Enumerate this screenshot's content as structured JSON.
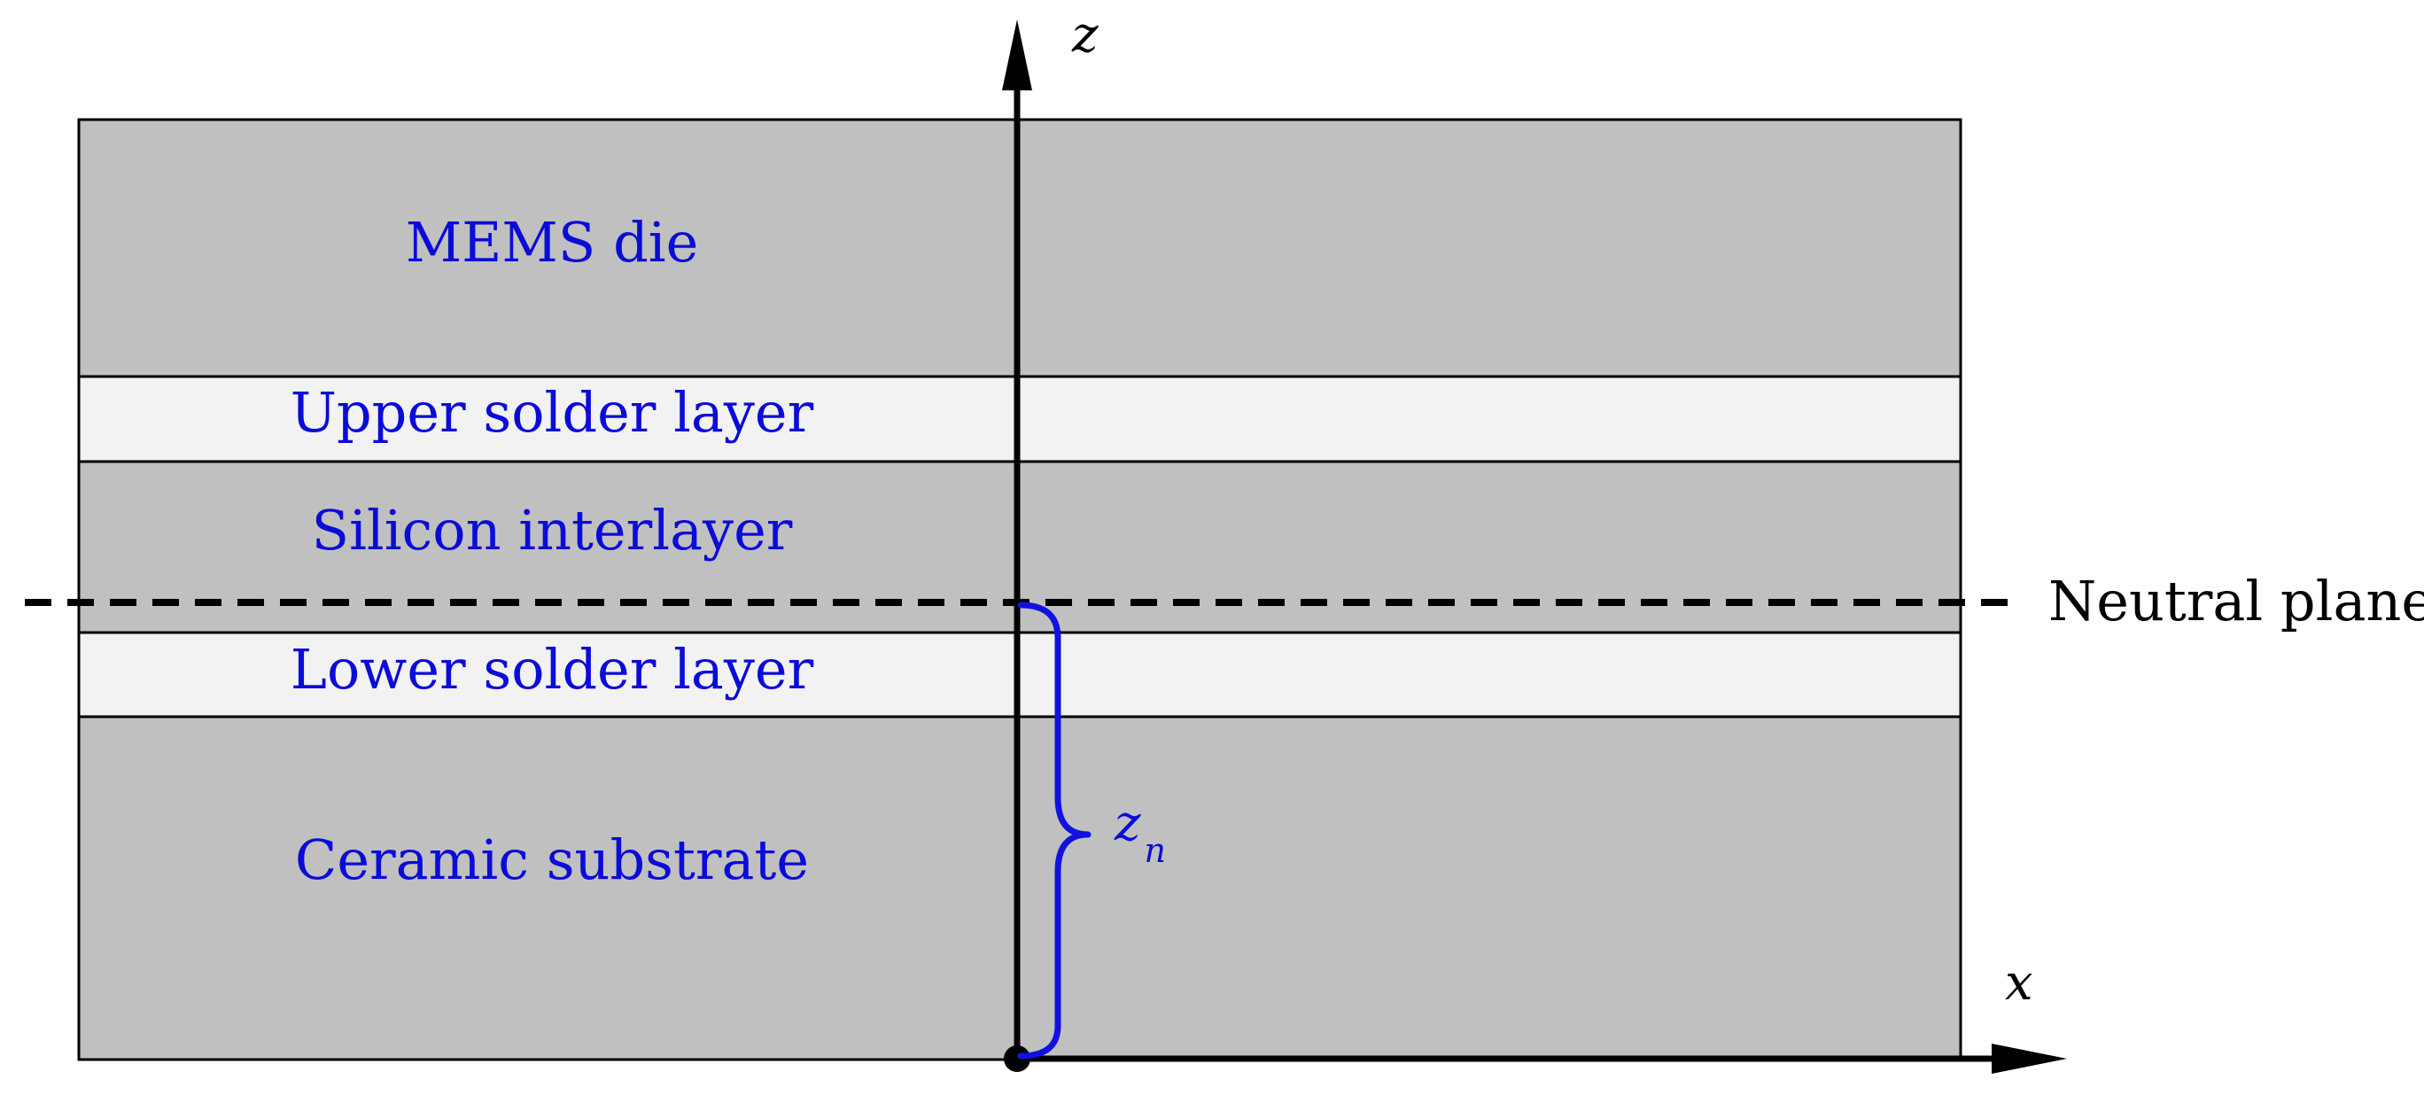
{
  "layers": [
    {
      "label": "MEMS die",
      "fill": "#c0c0c0"
    },
    {
      "label": "Upper solder layer",
      "fill": "#f2f2f2"
    },
    {
      "label": "Silicon interlayer",
      "fill": "#c0c0c0"
    },
    {
      "label": "Lower solder layer",
      "fill": "#f2f2f2"
    },
    {
      "label": "Ceramic substrate",
      "fill": "#c0c0c0"
    }
  ],
  "axes": {
    "z_label": "z",
    "x_label": "x"
  },
  "neutral_plane": {
    "label": "Neutral plane"
  },
  "neutral_offset": {
    "symbol": "z",
    "subscript": "n"
  },
  "colors": {
    "label_blue": "#0b0bd9",
    "brace_blue": "#1212e0",
    "outline": "#000000"
  }
}
